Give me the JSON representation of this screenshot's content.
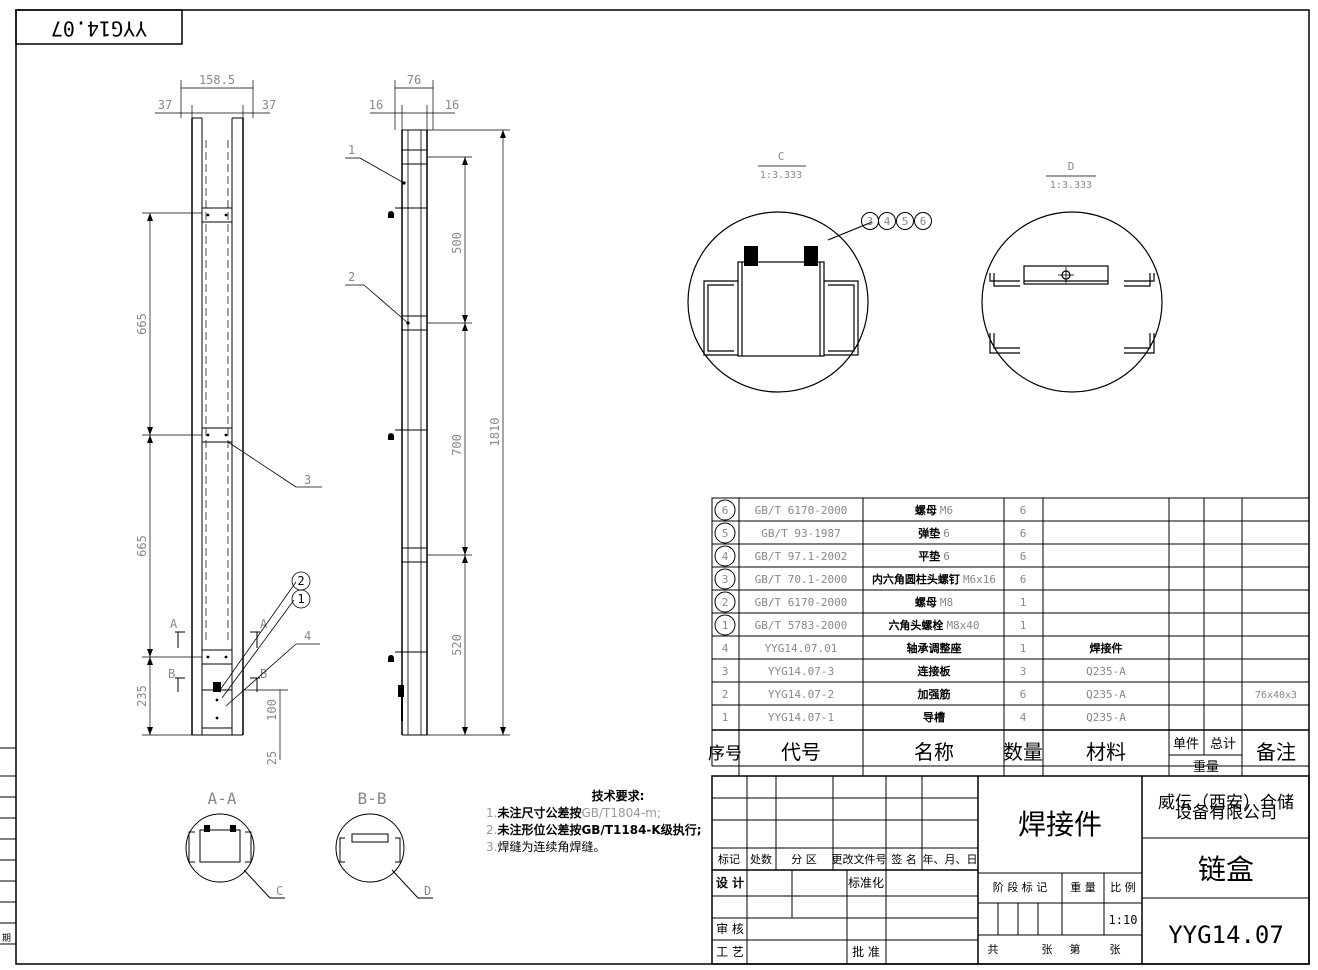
{
  "drawing_number_flipped": "YYG14.07",
  "dims_front": {
    "width_total": "158.5",
    "left_offset": "37",
    "right_offset": "37",
    "span_upper": "665",
    "span_lower": "665",
    "bottom": "235",
    "small_100": "100",
    "small_25": "25"
  },
  "dims_side": {
    "width_total": "76",
    "left_offset": "16",
    "right_offset": "16",
    "seg_top": "500",
    "seg_mid": "700",
    "seg_bottom": "520",
    "height_total": "1810"
  },
  "leaders": {
    "p1": "1",
    "p2": "2",
    "p3": "3",
    "p4": "4",
    "b2": "2",
    "b1": "1",
    "c_balloons": [
      "3",
      "4",
      "5",
      "6"
    ]
  },
  "section_marks": {
    "a": "A",
    "b": "B",
    "aa": "A-A",
    "bb": "B-B",
    "c": "C",
    "d": "D"
  },
  "detail_views": {
    "c_title": "C",
    "c_scale": "1:3.333",
    "d_title": "D",
    "d_scale": "1:3.333"
  },
  "tech": {
    "heading": "技术要求:",
    "line1_a": "1.",
    "line1_b": "未注尺寸公差按",
    "line1_c": "GB/T1804-m;",
    "line2_a": "2.",
    "line2_b": "未注形位公差按GB/T1184-K级执行;",
    "line3_a": "3.",
    "line3_b": "焊缝为连续角焊缝。"
  },
  "bom": {
    "rows": [
      {
        "seq": "6",
        "code": "GB/T 6170-2000",
        "name": "螺母",
        "spec": "M6",
        "qty": "6",
        "material": "",
        "note": ""
      },
      {
        "seq": "5",
        "code": "GB/T 93-1987",
        "name": "弹垫",
        "spec": "6",
        "qty": "6",
        "material": "",
        "note": ""
      },
      {
        "seq": "4",
        "code": "GB/T 97.1-2002",
        "name": "平垫",
        "spec": "6",
        "qty": "6",
        "material": "",
        "note": ""
      },
      {
        "seq": "3",
        "code": "GB/T 70.1-2000",
        "name": "内六角圆柱头螺钉",
        "spec": "M6x16",
        "qty": "6",
        "material": "",
        "note": ""
      },
      {
        "seq": "2",
        "code": "GB/T 6170-2000",
        "name": "螺母",
        "spec": "M8",
        "qty": "1",
        "material": "",
        "note": ""
      },
      {
        "seq": "1",
        "code": "GB/T 5783-2000",
        "name": "六角头螺栓",
        "spec": "M8x40",
        "qty": "1",
        "material": "",
        "note": ""
      },
      {
        "seq": "4",
        "code": "YYG14.07.01",
        "name": "轴承调整座",
        "spec": "",
        "qty": "1",
        "material": "焊接件",
        "note": ""
      },
      {
        "seq": "3",
        "code": "YYG14.07-3",
        "name": "连接板",
        "spec": "",
        "qty": "3",
        "material": "Q235-A",
        "note": ""
      },
      {
        "seq": "2",
        "code": "YYG14.07-2",
        "name": "加强筋",
        "spec": "",
        "qty": "6",
        "material": "Q235-A",
        "note": "76x40x3"
      },
      {
        "seq": "1",
        "code": "YYG14.07-1",
        "name": "导槽",
        "spec": "",
        "qty": "4",
        "material": "Q235-A",
        "note": ""
      }
    ],
    "header": {
      "seq": "序号",
      "code": "代号",
      "name": "名称",
      "qty": "数量",
      "material": "材料",
      "unit": "单件",
      "total": "总计",
      "weight": "重量",
      "note": "备注"
    }
  },
  "title_block": {
    "material": "焊接件",
    "company_line1": "威伝（西安）仓储",
    "company_line2": "设备有限公司",
    "part_name": "链盒",
    "drawing_no": "YYG14.07",
    "scale": "1:10",
    "labels": {
      "mark": "标记",
      "count": "处数",
      "zone": "分 区",
      "doc": "更改文件号",
      "sign": "签 名",
      "date": "年、月、日",
      "design": "设 计",
      "std": "标准化",
      "stage": "阶 段 标 记",
      "weight": "重 量",
      "ratio": "比 例",
      "review": "审 核",
      "process": "工 艺",
      "approve": "批 准",
      "total": "共",
      "sheets": "张",
      "no": "第",
      "sheet": "张"
    }
  },
  "margin_label": "期"
}
